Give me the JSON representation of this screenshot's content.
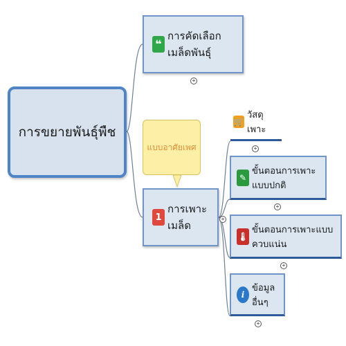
{
  "mindmap": {
    "root": {
      "label": "การขยายพันธุ์พืช"
    },
    "branches": [
      {
        "id": "selection",
        "label": "การคัดเลือกเมล็ดพันธุ์",
        "icon": "quote-icon",
        "icon_glyph": "❝"
      },
      {
        "id": "sowing",
        "label": "การเพาะเมล็ด",
        "icon": "number-1-icon",
        "icon_glyph": "1",
        "callout": "แบบอาศัยเพศ",
        "children": [
          {
            "id": "materials",
            "label": "วัสดุเพาะ",
            "icon": "cart-icon",
            "icon_glyph": "🛒"
          },
          {
            "id": "normal",
            "label": "ขั้นตอนการเพาะแบบปกติ",
            "icon": "pencil-icon",
            "icon_glyph": "✎"
          },
          {
            "id": "dense",
            "label": "ขั้นตอนการเพาะแบบควบแน่น",
            "icon": "thermometer-icon",
            "icon_glyph": "🌡"
          },
          {
            "id": "other",
            "label": "ข้อมูลอื่นๆ",
            "icon": "info-icon",
            "icon_glyph": "i"
          }
        ]
      }
    ],
    "collapse_glyph": "+"
  },
  "colors": {
    "root_border": "#4f84c7",
    "node_fill": "#dce6f1",
    "node_border": "#6f95c8",
    "callout_fill": "#fdf0a6",
    "callout_text": "#e0903a"
  }
}
